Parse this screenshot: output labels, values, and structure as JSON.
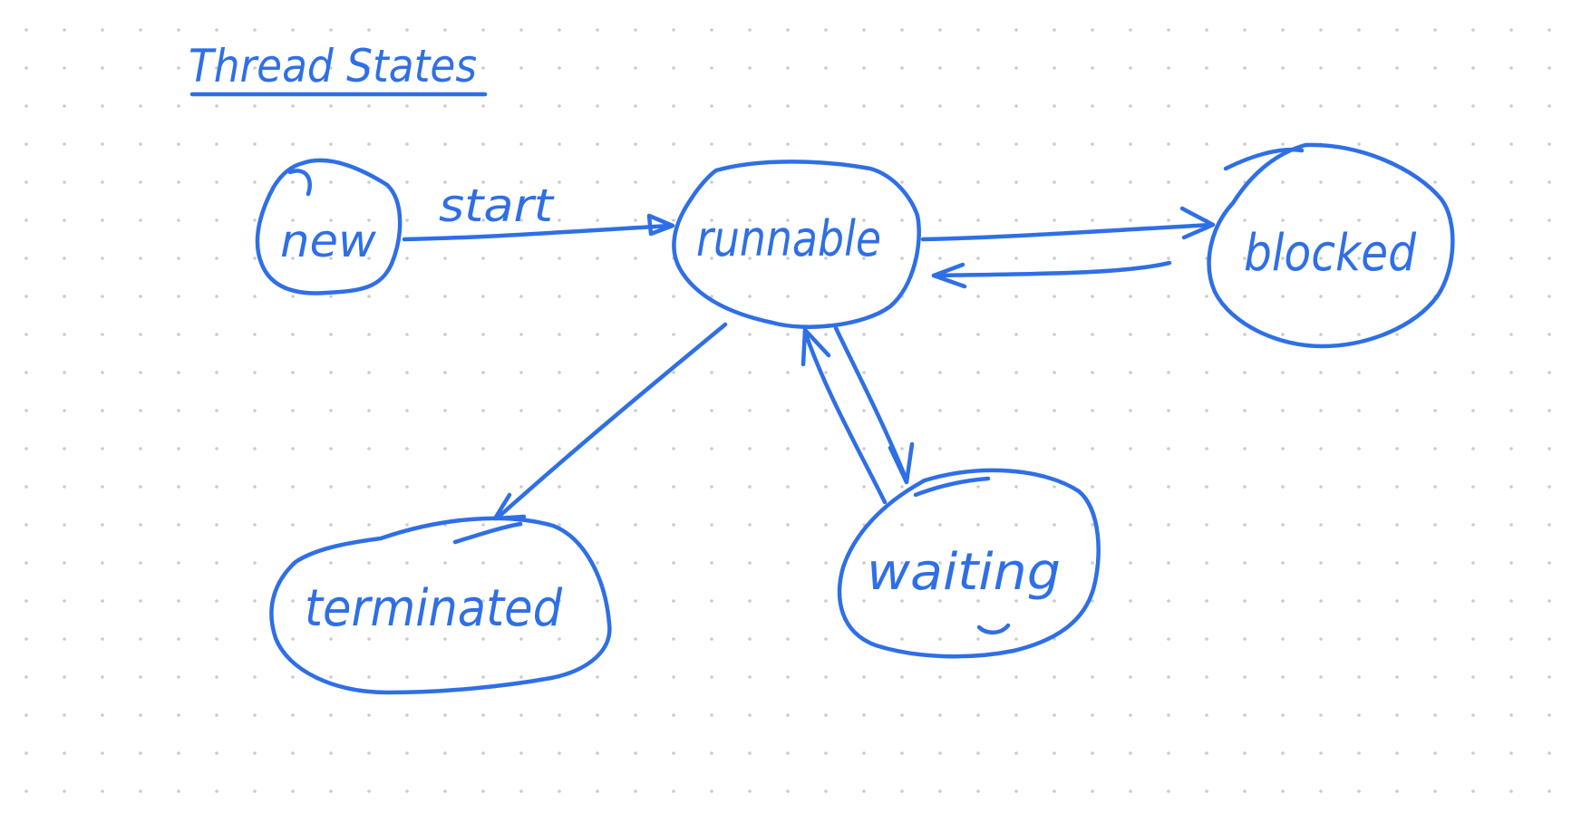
{
  "title": "Thread States",
  "states": {
    "new": "new",
    "runnable": "runnable",
    "blocked": "blocked",
    "terminated": "terminated",
    "waiting": "waiting"
  },
  "transitions": {
    "new_to_runnable": "start"
  },
  "colors": {
    "ink": "#2F6FE6",
    "dots": "#C9CCD2",
    "background": "#FFFFFF"
  }
}
